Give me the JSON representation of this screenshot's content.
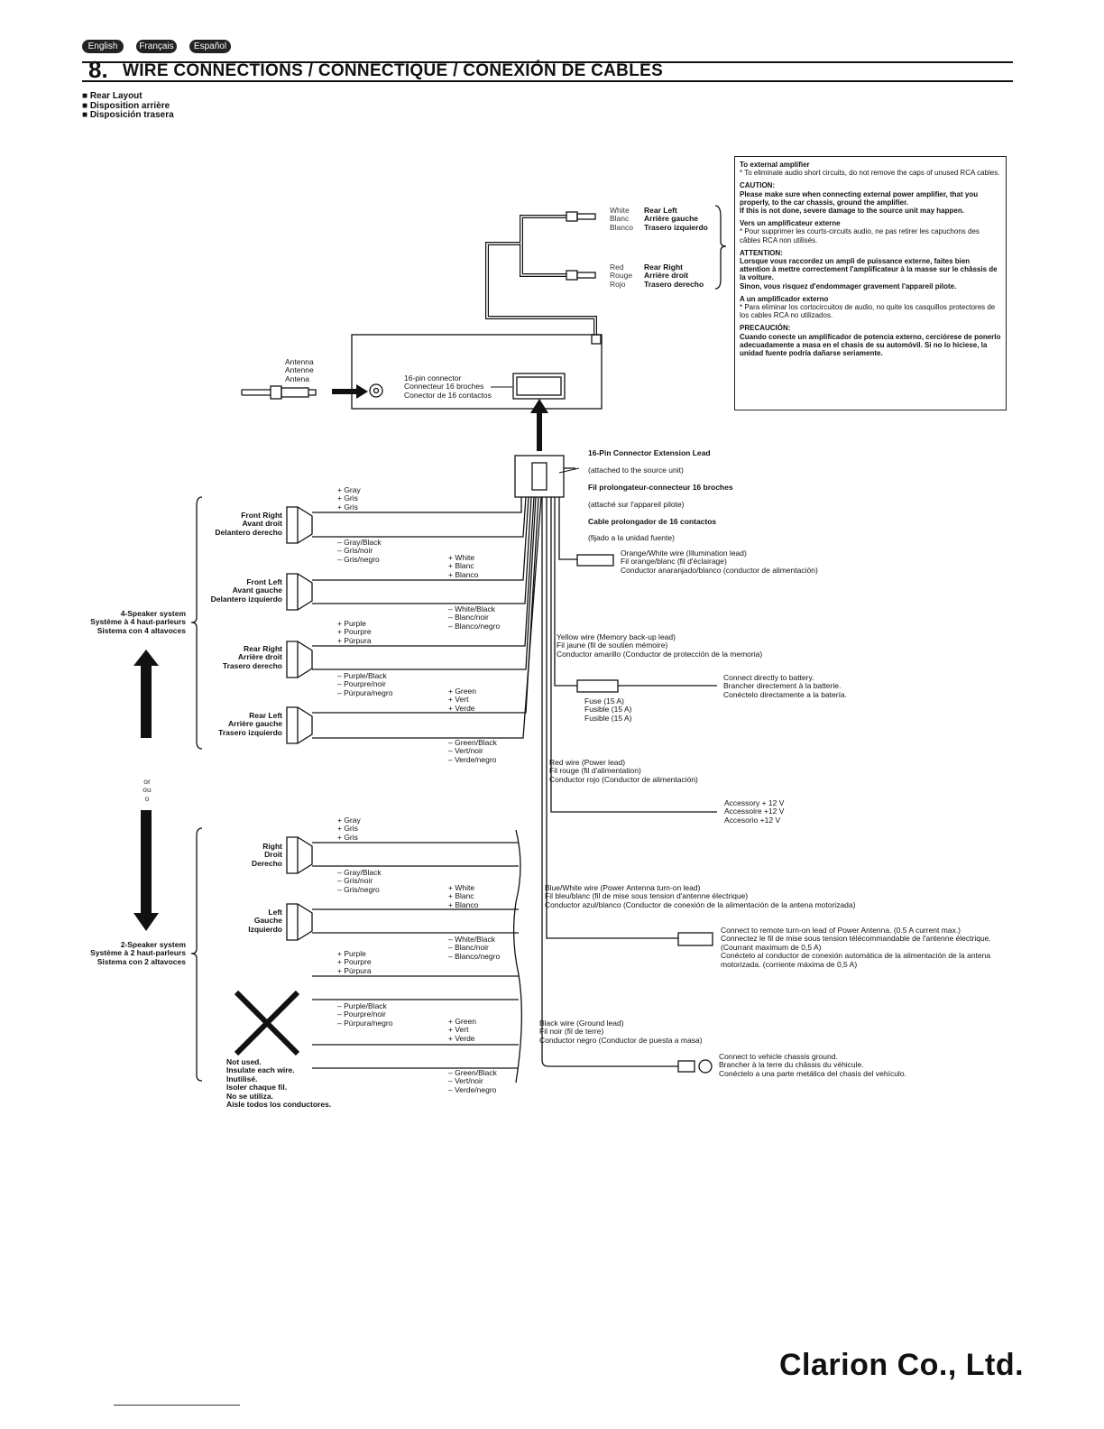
{
  "lang_tabs": [
    "English",
    "Français",
    "Español"
  ],
  "section_number": "8.",
  "section_title": "WIRE CONNECTIONS / CONNECTIQUE / CONEXIÓN DE CABLES",
  "layout_labels": [
    "Rear Layout",
    "Disposition arrière",
    "Disposición trasera"
  ],
  "rca": {
    "left_color": "White\nBlanc\nBlanco",
    "left_label": "Rear Left\nArrière gauche\nTrasero izquierdo",
    "right_color": "Red\nRouge\nRojo",
    "right_label": "Rear Right\nArrière droit\nTrasero derecho"
  },
  "amp_box": {
    "en_title": "To external amplifier",
    "en_note": "* To eliminate audio short circuits, do not remove the caps of unused RCA cables.",
    "en_caution_title": "CAUTION:",
    "en_caution": "Please make sure when connecting external power amplifier, that you properly, to the car chassis, ground the amplifier.\nIf this is not done, severe damage to the source unit may happen.",
    "fr_title": "Vers un amplificateur externe",
    "fr_note": "* Pour supprimer les courts-circuits audio, ne pas retirer les capuchons des câbles RCA non utilisés.",
    "fr_caution_title": "ATTENTION:",
    "fr_caution": "Lorsque vous raccordez un ampli de puissance externe, faites bien attention à mettre correctement l'amplificateur à la masse sur le châssis de la voiture.\nSinon, vous risquez d'endommager gravement l'appareil pilote.",
    "es_title": "A un amplificador externo",
    "es_note": "* Para eliminar los cortocircuitos de audio, no quite los casquillos protectores de los cables RCA no utilizados.",
    "es_caution_title": "PRECAUCIÓN:",
    "es_caution": "Cuando conecte un amplificador de potencia externo, cerciórese de ponerlo adecuadamente a masa en el chasis de su automóvil. Si no lo hiciese, la unidad fuente podría dañarse seriamente."
  },
  "antenna_label": "Antenna\nAntenne\nAntena",
  "connector_16pin": "16-pin connector\nConnecteur 16 broches\nConector de 16 contactos",
  "extension_lead": {
    "en": "16-Pin Connector Extension Lead",
    "en_sub": "(attached to the source unit)",
    "fr": "Fil prolongateur-connecteur 16 broches",
    "fr_sub": "(attaché sur l'appareil pilote)",
    "es": "Cable prolongador de 16 contactos",
    "es_sub": "(fijado a la unidad fuente)"
  },
  "four_speaker": {
    "system_label": "4-Speaker system\nSystème à 4 haut-parleurs\nSistema con 4 altavoces",
    "front_right": "Front Right\nAvant droit\nDelantero derecho",
    "front_left": "Front Left\nAvant gauche\nDelantero izquierdo",
    "rear_right": "Rear Right\nArrière droit\nTrasero derecho",
    "rear_left": "Rear Left\nArrière gauche\nTrasero izquierdo"
  },
  "two_speaker": {
    "system_label": "2-Speaker system\nSystème à 2 haut-parleurs\nSistema con 2 altavoces",
    "right": "Right\nDroit\nDerecho",
    "left": "Left\nGauche\nIzquierdo"
  },
  "or_label": "or\nou\no",
  "wires": {
    "gray": "+ Gray\n+ Gris\n+ Gris",
    "gray_black": "– Gray/Black\n– Gris/noir\n– Gris/negro",
    "white": "+ White\n+ Blanc\n+ Blanco",
    "white_black": "– White/Black\n– Blanc/noir\n– Blanco/negro",
    "purple": "+ Purple\n+ Pourpre\n+ Púrpura",
    "purple_black": "– Purple/Black\n– Pourpre/noir\n– Púrpura/negro",
    "green": "+ Green\n+ Vert\n+ Verde",
    "green_black": "– Green/Black\n– Vert/noir\n– Verde/negro"
  },
  "not_used": {
    "en": "Not used.\nInsulate each wire.",
    "fr": "Inutilisé.\nIsoler chaque fil.",
    "es": "No se utiliza.\nAísle todos los conductores."
  },
  "leads": {
    "orange_white": "Orange/White wire (Illumination lead)\nFil orange/blanc (fil d'éclairage)\nConductor anaranjado/blanco (conductor de alimentación)",
    "yellow": "Yellow wire (Memory back-up lead)\nFil jaune (fil de soutien mémoire)\nConductor amarillo (Conductor de protección de la memoria)",
    "battery": "Connect directly to battery.\nBrancher directement à la batterie.\nConéctelo directamente a la batería.",
    "fuse": "Fuse (15 A)\nFusible (15 A)\nFusible (15 A)",
    "red": "Red wire (Power lead)\nFil rouge (fil d'alimentation)\nConductor rojo (Conductor de alimentación)",
    "accessory": "Accessory + 12 V\nAccessoire +12 V\nAccesorio +12 V",
    "blue_white": "Blue/White wire (Power Antenna turn-on lead)\nFil bleu/blanc (fil de mise sous tension d'antenne électrique)\nConductor azul/blanco (Conductor de conexión de la alimentación de la antena motorizada)",
    "remote_en": "Connect to remote turn-on lead of Power Antenna. (0.5 A current max.)",
    "remote_fr": "Connectez le fil de mise sous tension télécommandable de l'antenne électrique. (Courrant maximum de 0,5 A)",
    "remote_es": "Conéctelo al conductor de conexión automática de la alimentación de la antena motorizada. (corriente máxima de 0,5 A)",
    "black": "Black wire (Ground lead)\nFil noir (fil de terre)\nConductor negro (Conductor de puesta a masa)",
    "chassis": "Connect to vehicle chassis ground.\nBrancher à la terre du châssis du véhicule.\nConéctelo a una parte metálica del chasis del vehículo."
  },
  "company": "Clarion Co., Ltd."
}
